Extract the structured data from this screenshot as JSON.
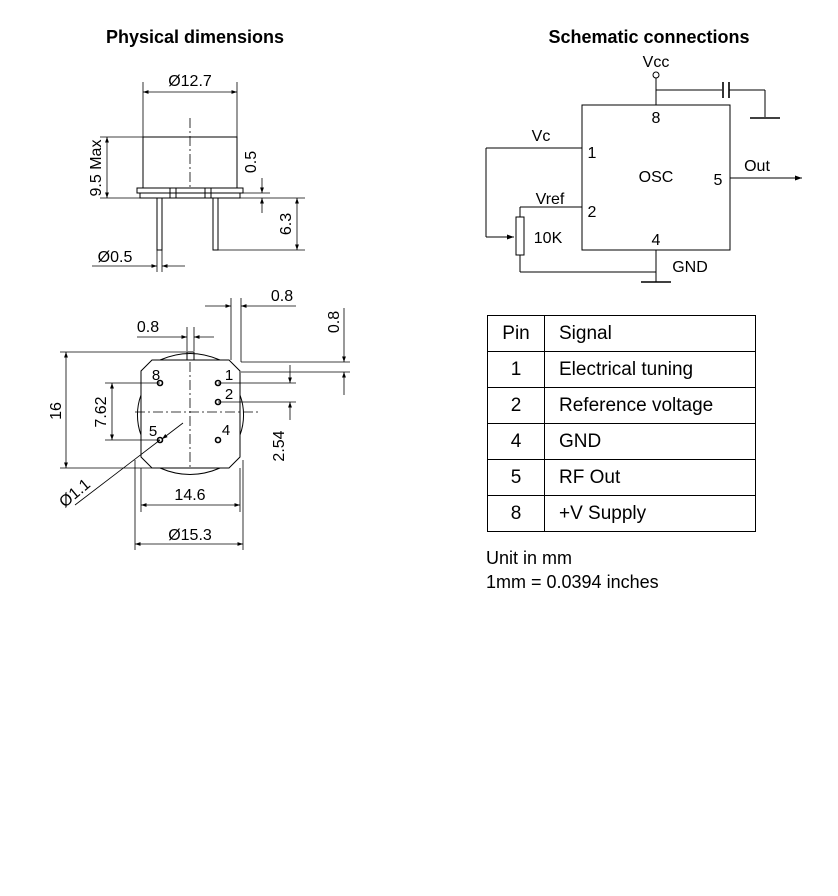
{
  "headings": {
    "physical": "Physical dimensions",
    "schematic": "Schematic connections"
  },
  "physical": {
    "dia_top": "Ø12.7",
    "height_max": "9.5 Max",
    "base_thickness": "0.5",
    "lead_length": "6.3",
    "lead_dia": "Ø0.5",
    "width_08a": "0.8",
    "width_08b": "0.8",
    "height_08": "0.8",
    "overall_16": "16",
    "pitch_762": "7.62",
    "pitch_254": "2.54",
    "pin_hole": "Ø1.1",
    "body_146": "14.6",
    "flange_153": "Ø15.3",
    "pin_labels": [
      "8",
      "1",
      "2",
      "5",
      "4"
    ]
  },
  "schematic": {
    "vcc": "Vcc",
    "vc": "Vc",
    "vref": "Vref",
    "pot": "10K",
    "osc": "OSC",
    "out": "Out",
    "gnd": "GND",
    "pin1": "1",
    "pin2": "2",
    "pin4": "4",
    "pin5": "5",
    "pin8": "8"
  },
  "table": {
    "headers": [
      "Pin",
      "Signal"
    ],
    "rows": [
      [
        "1",
        "Electrical tuning"
      ],
      [
        "2",
        "Reference voltage"
      ],
      [
        "4",
        "GND"
      ],
      [
        "5",
        "RF Out"
      ],
      [
        "8",
        "+V Supply"
      ]
    ]
  },
  "notes": {
    "unit": "Unit in mm",
    "conversion": "1mm = 0.0394 inches"
  }
}
